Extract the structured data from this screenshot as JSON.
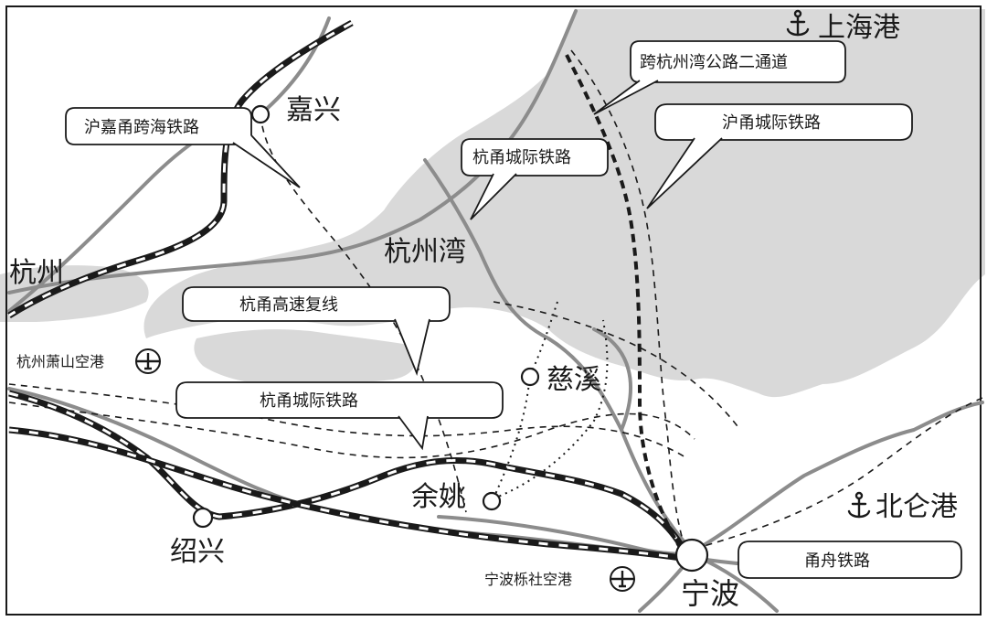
{
  "map": {
    "places": {
      "shanghai_port": "上海港",
      "jiaxing": "嘉兴",
      "hangzhou": "杭州",
      "hangzhou_bay": "杭州湾",
      "cixi": "慈溪",
      "yuyao": "余姚",
      "shaoxing": "绍兴",
      "ningbo": "宁波",
      "beilun_port": "北仑港",
      "hangzhou_xiaoshan_airport": "杭州萧山空港",
      "ningbo_lishe_airport": "宁波栎社空港"
    },
    "callouts": {
      "cross_bay_road_2": "跨杭州湾公路二通道",
      "hu_yong_intercity": "沪甬城际铁路",
      "hu_jia_yong_railway": "沪嘉甬跨海铁路",
      "hang_yong_intercity_top": "杭甬城际铁路",
      "hang_yong_expressway_2": "杭甬高速复线",
      "hang_yong_intercity_bottom": "杭甬城际铁路",
      "yong_zhou_railway": "甬舟铁路"
    },
    "colors": {
      "water": "#d9d9d9",
      "land": "#ffffff",
      "road": "#8c8c8c",
      "ink": "#1a1a1a"
    },
    "icons": {
      "port": "anchor-icon",
      "airport": "airplane-icon",
      "city": "city-circle-icon"
    }
  }
}
